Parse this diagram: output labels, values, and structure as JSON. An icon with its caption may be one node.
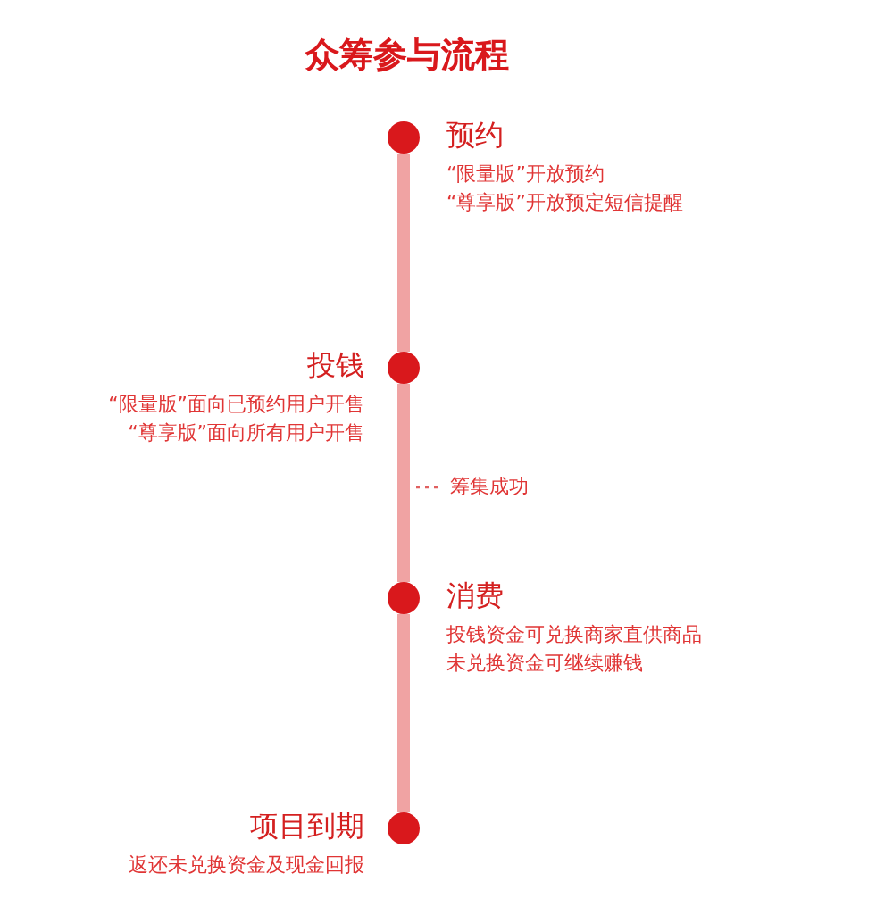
{
  "diagram": {
    "title": "众筹参与流程",
    "nodes": [
      {
        "text": [],
        "shape": "circle",
        "beside": [
          "预约",
          "“限量版”开放预约",
          "“尊享版”开放预定短信提醒"
        ]
      },
      {
        "text": [],
        "shape": "circle",
        "beside": [
          "投钱",
          "“限量版”面向已预约用户开售",
          "“尊享版”面向所有用户开售"
        ]
      },
      {
        "text": [],
        "shape": "circle",
        "beside": [
          "消费",
          "投钱资金可兑换商家直供商品",
          "未兑换资金可继续赚钱"
        ]
      },
      {
        "text": [],
        "shape": "circle",
        "beside": [
          "项目到期",
          "返还未兑换资金及现金回报"
        ]
      }
    ],
    "edges": [
      {
        "from": 0,
        "to": 1,
        "arrow": "none"
      },
      {
        "from": 1,
        "to": 2,
        "arrow": "none"
      },
      {
        "from": 2,
        "to": 3,
        "arrow": "none"
      }
    ],
    "labels": [
      "筹集成功"
    ]
  }
}
